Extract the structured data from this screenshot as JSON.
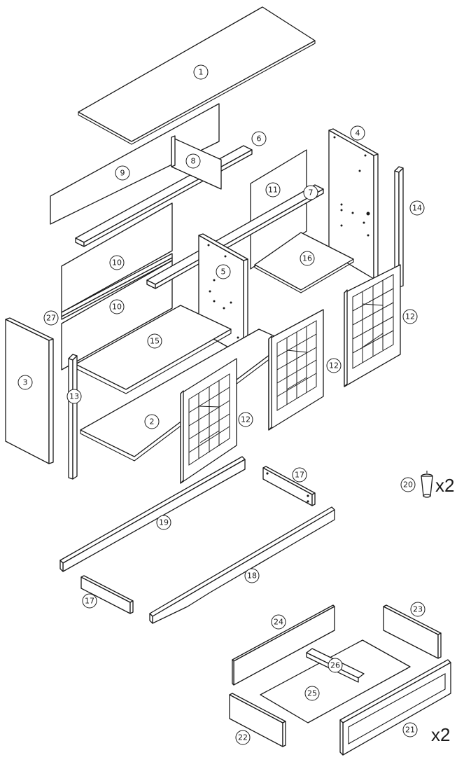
{
  "diagram": {
    "parts": [
      {
        "id": "1",
        "label": "1"
      },
      {
        "id": "2",
        "label": "2"
      },
      {
        "id": "3",
        "label": "3"
      },
      {
        "id": "4",
        "label": "4"
      },
      {
        "id": "5",
        "label": "5"
      },
      {
        "id": "6",
        "label": "6"
      },
      {
        "id": "7",
        "label": "7"
      },
      {
        "id": "8",
        "label": "8"
      },
      {
        "id": "9",
        "label": "9"
      },
      {
        "id": "10a",
        "label": "10"
      },
      {
        "id": "10b",
        "label": "10"
      },
      {
        "id": "11",
        "label": "11"
      },
      {
        "id": "12a",
        "label": "12"
      },
      {
        "id": "12b",
        "label": "12"
      },
      {
        "id": "12c",
        "label": "12"
      },
      {
        "id": "13",
        "label": "13"
      },
      {
        "id": "14",
        "label": "14"
      },
      {
        "id": "15",
        "label": "15"
      },
      {
        "id": "16",
        "label": "16"
      },
      {
        "id": "17a",
        "label": "17"
      },
      {
        "id": "17b",
        "label": "17"
      },
      {
        "id": "18",
        "label": "18"
      },
      {
        "id": "19",
        "label": "19"
      },
      {
        "id": "20",
        "label": "20"
      },
      {
        "id": "21",
        "label": "21"
      },
      {
        "id": "22",
        "label": "22"
      },
      {
        "id": "23",
        "label": "23"
      },
      {
        "id": "24",
        "label": "24"
      },
      {
        "id": "25",
        "label": "25"
      },
      {
        "id": "26",
        "label": "26"
      },
      {
        "id": "27",
        "label": "27"
      }
    ],
    "quantity_legs": "x2",
    "quantity_drawer": "x2",
    "colors": {
      "line": "#1a1a1a",
      "fill": "#ffffff"
    }
  }
}
